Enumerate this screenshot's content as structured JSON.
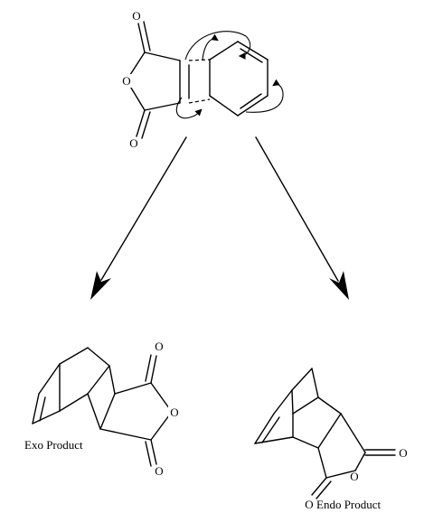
{
  "labels": {
    "oxygen": "O",
    "exo_product": "Exo Product",
    "endo_product": "Endo Product"
  },
  "diagram": {
    "type": "Diels-Alder reaction scheme",
    "reactants": [
      "maleic anhydride",
      "1,3-cyclohexadiene"
    ],
    "products": [
      "exo adduct",
      "endo adduct"
    ]
  }
}
